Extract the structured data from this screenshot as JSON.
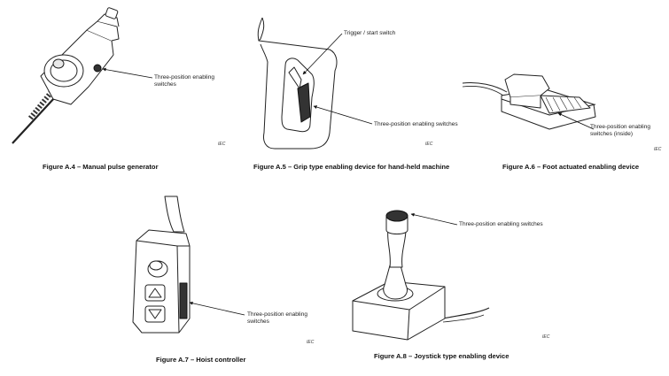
{
  "figures": [
    {
      "caption": "Figure A.4 – Manual pulse generator",
      "labels": [
        "Three-position enabling",
        "switches"
      ],
      "mark": "IEC"
    },
    {
      "caption": "Figure A.5 – Grip type enabling device for hand-held machine",
      "labels": [
        "Trigger / start switch",
        "Three-position enabling switches"
      ],
      "mark": "IEC"
    },
    {
      "caption": "Figure A.6 – Foot actuated enabling device",
      "labels": [
        "Three-position enabling",
        "switches (inside)"
      ],
      "mark": "IEC"
    },
    {
      "caption": "Figure A.7 – Hoist controller",
      "labels": [
        "Three-position enabling",
        "switches"
      ],
      "mark": "IEC"
    },
    {
      "caption": "Figure A.8 – Joystick type enabling device",
      "labels": [
        "Three-position enabling switches"
      ],
      "mark": "IEC"
    }
  ]
}
